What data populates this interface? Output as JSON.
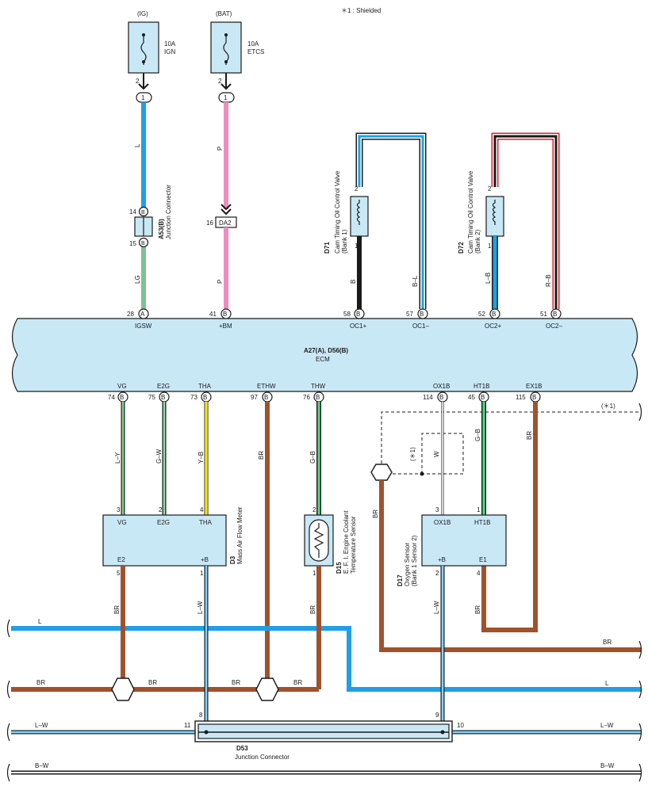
{
  "note": "＊1 : Shielded",
  "fuses": [
    {
      "source": "(IG)",
      "rating": "10A",
      "name": "IGN",
      "pin_top": "2",
      "pin_bottom": "1"
    },
    {
      "source": "(BAT)",
      "rating": "10A",
      "name": "ETCS",
      "pin_top": "2",
      "pin_bottom": "1"
    }
  ],
  "ecm": {
    "code": "A27(A), D56(B)",
    "name": "ECM"
  },
  "ecm_top_pins": [
    {
      "num": "28",
      "conn": "A",
      "name": "IGSW"
    },
    {
      "num": "41",
      "conn": "B",
      "name": "+BM"
    },
    {
      "num": "58",
      "conn": "B",
      "name": "OC1+"
    },
    {
      "num": "57",
      "conn": "B",
      "name": "OC1–"
    },
    {
      "num": "52",
      "conn": "B",
      "name": "OC2+"
    },
    {
      "num": "51",
      "conn": "B",
      "name": "OC2–"
    }
  ],
  "ecm_bottom_pins": [
    {
      "num": "74",
      "conn": "B",
      "name": "VG"
    },
    {
      "num": "75",
      "conn": "B",
      "name": "E2G"
    },
    {
      "num": "73",
      "conn": "B",
      "name": "THA"
    },
    {
      "num": "97",
      "conn": "B",
      "name": "ETHW"
    },
    {
      "num": "76",
      "conn": "B",
      "name": "THW"
    },
    {
      "num": "114",
      "conn": "B",
      "name": "OX1B"
    },
    {
      "num": "45",
      "conn": "B",
      "name": "HT1B"
    },
    {
      "num": "115",
      "conn": "B",
      "name": "EX1B"
    }
  ],
  "junction_a53": {
    "code": "A53(B)",
    "name": "Junction Connector",
    "pin_top": "14",
    "pin_bottom": "15",
    "conn": "B"
  },
  "connector_da2": {
    "pin": "16",
    "label": "DA2"
  },
  "valve_d71": {
    "code": "D71",
    "name": "Cam Timing Oil Control Valve",
    "sub": "(Bank 1)",
    "pin1": "2",
    "pin2": "1"
  },
  "valve_d72": {
    "code": "D72",
    "name": "Cam Timing Oil Control Valve",
    "sub": "(Bank 2)",
    "pin1": "2",
    "pin2": "1"
  },
  "sensor_d3": {
    "code": "D3",
    "name": "Mass Air Flow Meter",
    "pins_top": [
      {
        "num": "3",
        "name": "VG"
      },
      {
        "num": "2",
        "name": "E2G"
      },
      {
        "num": "4",
        "name": "THA"
      }
    ],
    "pins_bottom": [
      {
        "num": "5",
        "name": "E2"
      },
      {
        "num": "1",
        "name": "+B"
      }
    ]
  },
  "sensor_d15": {
    "code": "D15",
    "line1": "E. F. I. Engine Coolant",
    "line2": "Temperature Sensor",
    "pin_top": "2",
    "pin_bottom": "1"
  },
  "sensor_d17": {
    "code": "D17",
    "name": "Oxygen Sensor",
    "sub": "(Bank 1 Sensor 2)",
    "pins_top": [
      {
        "num": "3",
        "name": "OX1B"
      },
      {
        "num": "1",
        "name": "HT1B"
      }
    ],
    "pins_bottom": [
      {
        "num": "2",
        "name": "+B"
      },
      {
        "num": "4",
        "name": "E1"
      }
    ]
  },
  "junction_d53": {
    "code": "D53",
    "name": "Junction Connector",
    "pins": [
      "11",
      "8",
      "9",
      "10"
    ]
  },
  "shield_label": "(＊1)",
  "wires": {
    "L": "L",
    "LG": "LG",
    "P": "P",
    "B": "B",
    "B_L": "B–L",
    "L_B": "L–B",
    "R_B": "R–B",
    "L_Y": "L–Y",
    "G_W": "G–W",
    "Y_B": "Y–B",
    "BR": "BR",
    "G_B": "G–B",
    "W": "W",
    "L_W": "L–W",
    "B_W": "B–W"
  },
  "colors": {
    "blue": "#1ea0e6",
    "green": "#7cc38e",
    "pink": "#f08cbf",
    "brown": "#a0522d",
    "box_fill": "#c9e8f6",
    "red": "#e0202a",
    "yellow": "#f2e21a",
    "dark_green": "#1b9a45"
  }
}
